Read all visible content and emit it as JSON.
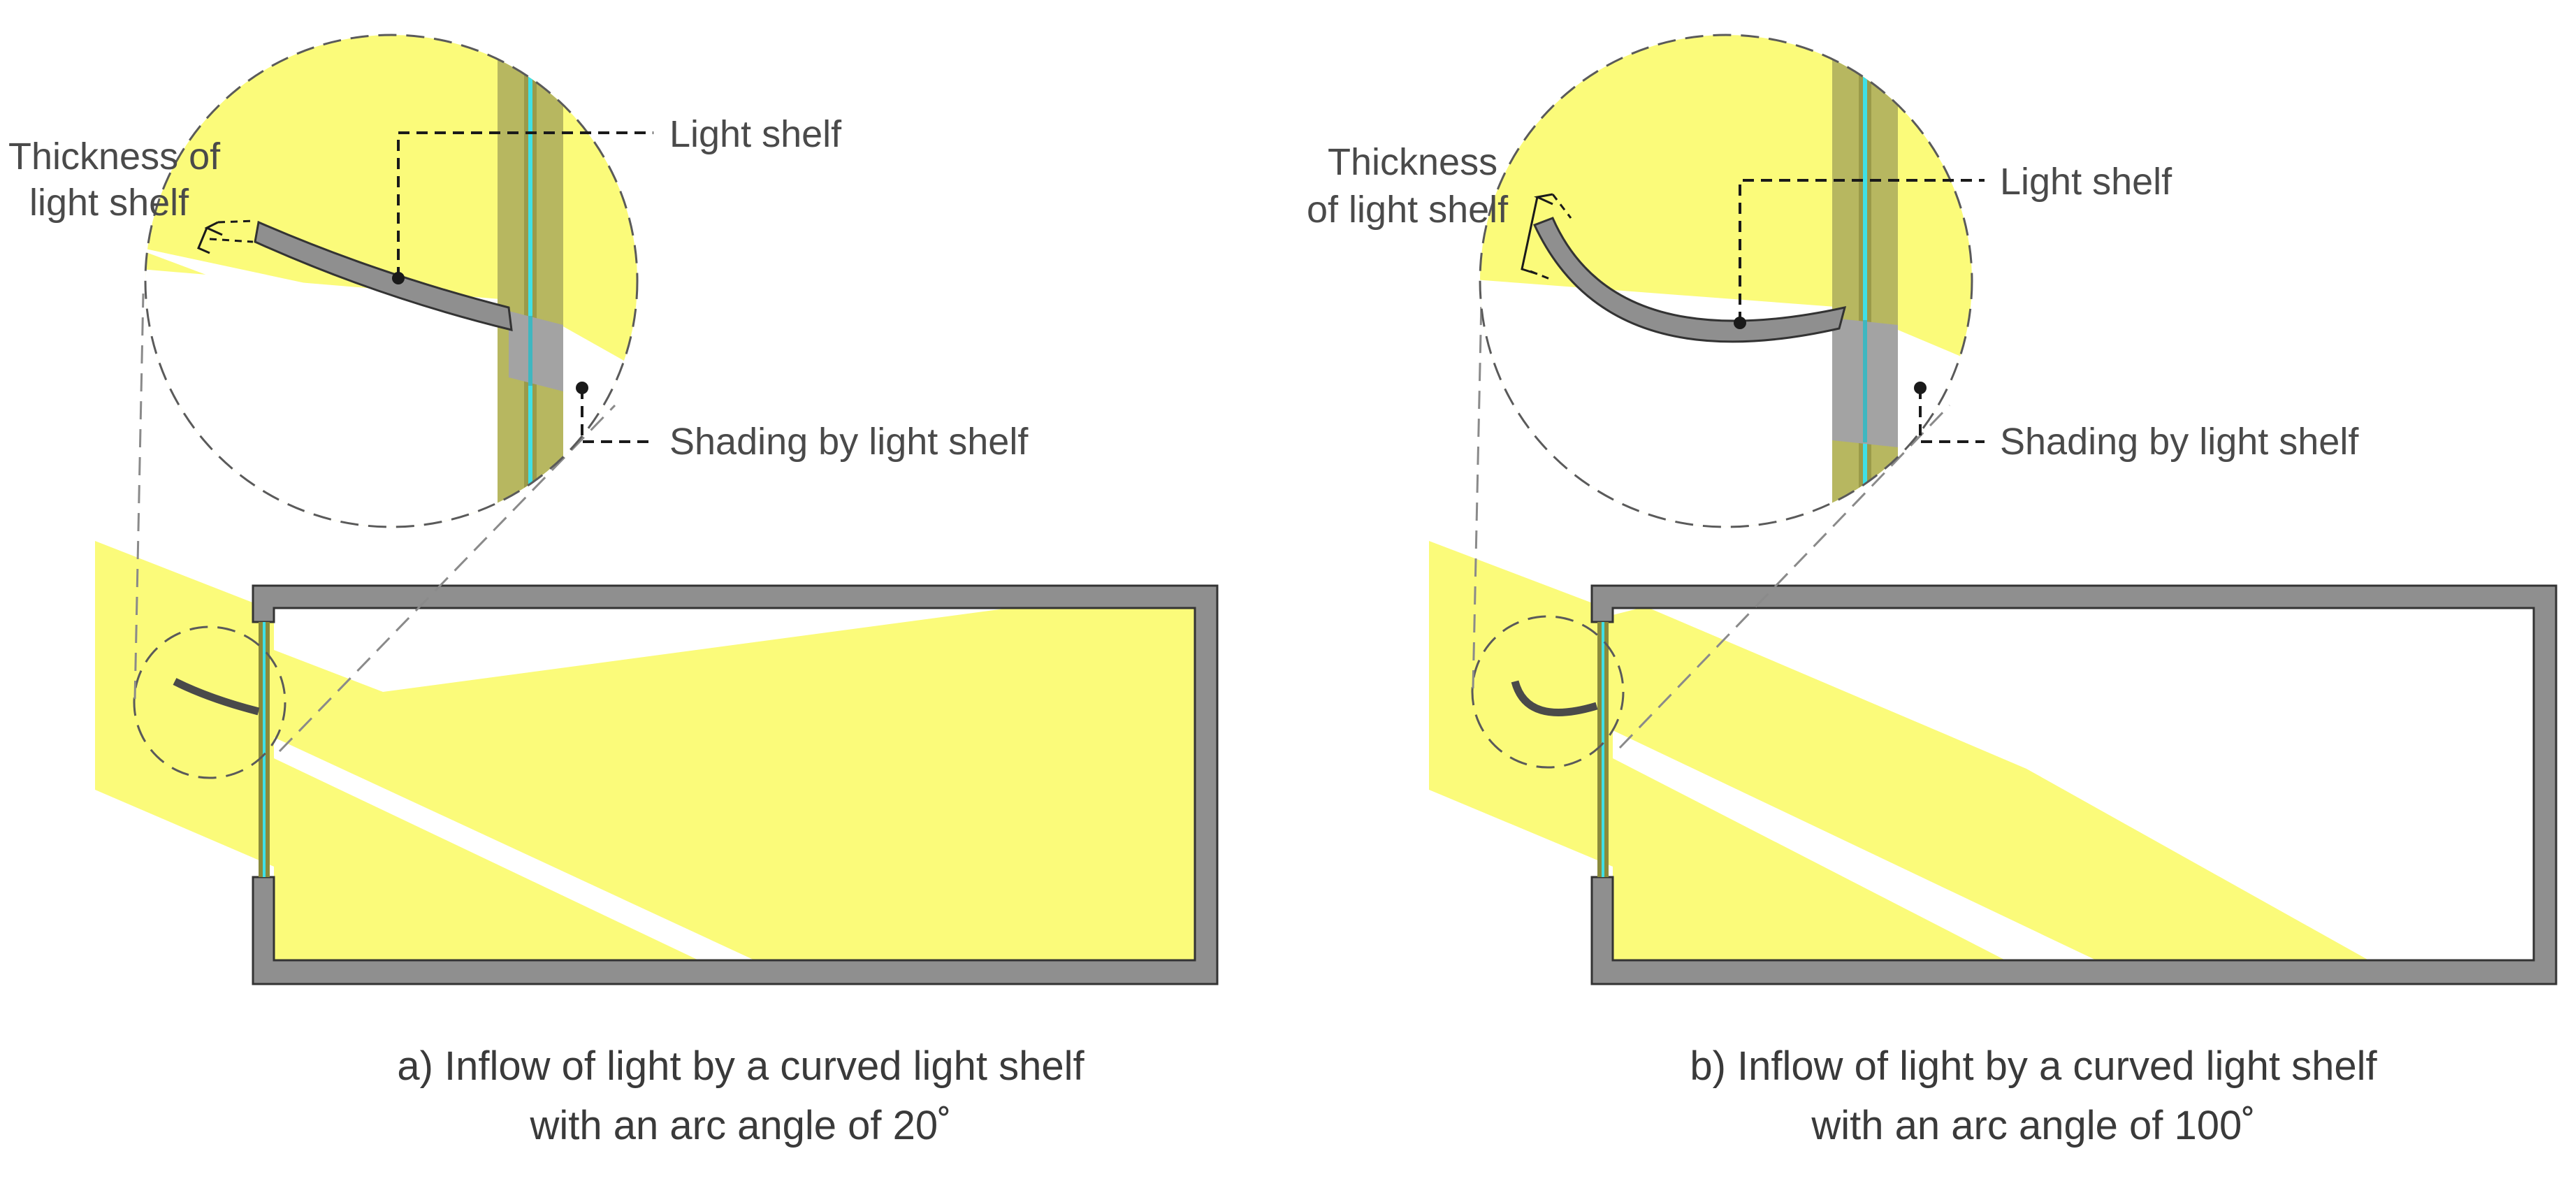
{
  "colors": {
    "light": "#fbfb7a",
    "wall": "#8f8f8f",
    "glass": "#3fe0e6",
    "frame": "#8a8a3c",
    "outline": "#4a4a4a"
  },
  "panel_a": {
    "label_light_shelf": "Light shelf",
    "label_thickness_line1": "Thickness of",
    "label_thickness_line2": "light shelf",
    "label_shading": "Shading by light shelf",
    "caption_line1": "a) Inflow of light by a curved light shelf",
    "caption_line2": "with an arc angle of 20˚"
  },
  "panel_b": {
    "label_light_shelf": "Light shelf",
    "label_thickness_line1": "Thickness",
    "label_thickness_line2": "of light shelf",
    "label_shading": "Shading by light shelf",
    "caption_line1": "b) Inflow of light by a curved light shelf",
    "caption_line2": "with an arc angle of 100˚"
  }
}
